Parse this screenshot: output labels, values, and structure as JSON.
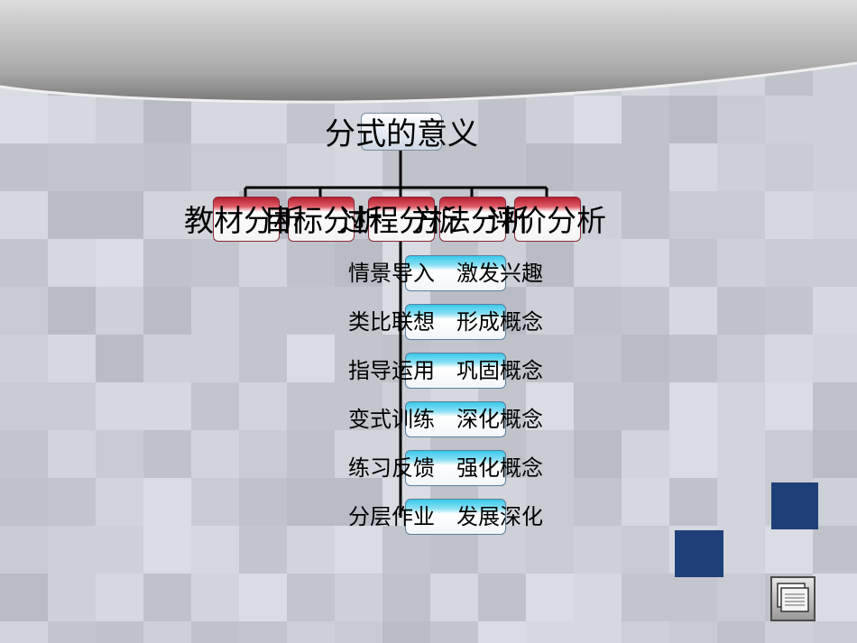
{
  "diagram": {
    "root": {
      "label": "分式的意义"
    },
    "branches": [
      {
        "label": "教材分析"
      },
      {
        "label": "目标分析"
      },
      {
        "label": "过程分析"
      },
      {
        "label": "方法分析"
      },
      {
        "label": "评价分析"
      }
    ],
    "process_steps": [
      {
        "label": "情景导入　激发兴趣"
      },
      {
        "label": "类比联想　形成概念"
      },
      {
        "label": "指导运用　巩固概念"
      },
      {
        "label": "变式训练　深化概念"
      },
      {
        "label": "练习反馈　强化概念"
      },
      {
        "label": "分层作业　发展深化"
      }
    ]
  },
  "colors": {
    "branch_top": "#b4202f",
    "step_top": "#39c9ea",
    "accent_tile": "#1f3f78"
  },
  "icons": {
    "nav_button": "slide-navigation-icon"
  }
}
